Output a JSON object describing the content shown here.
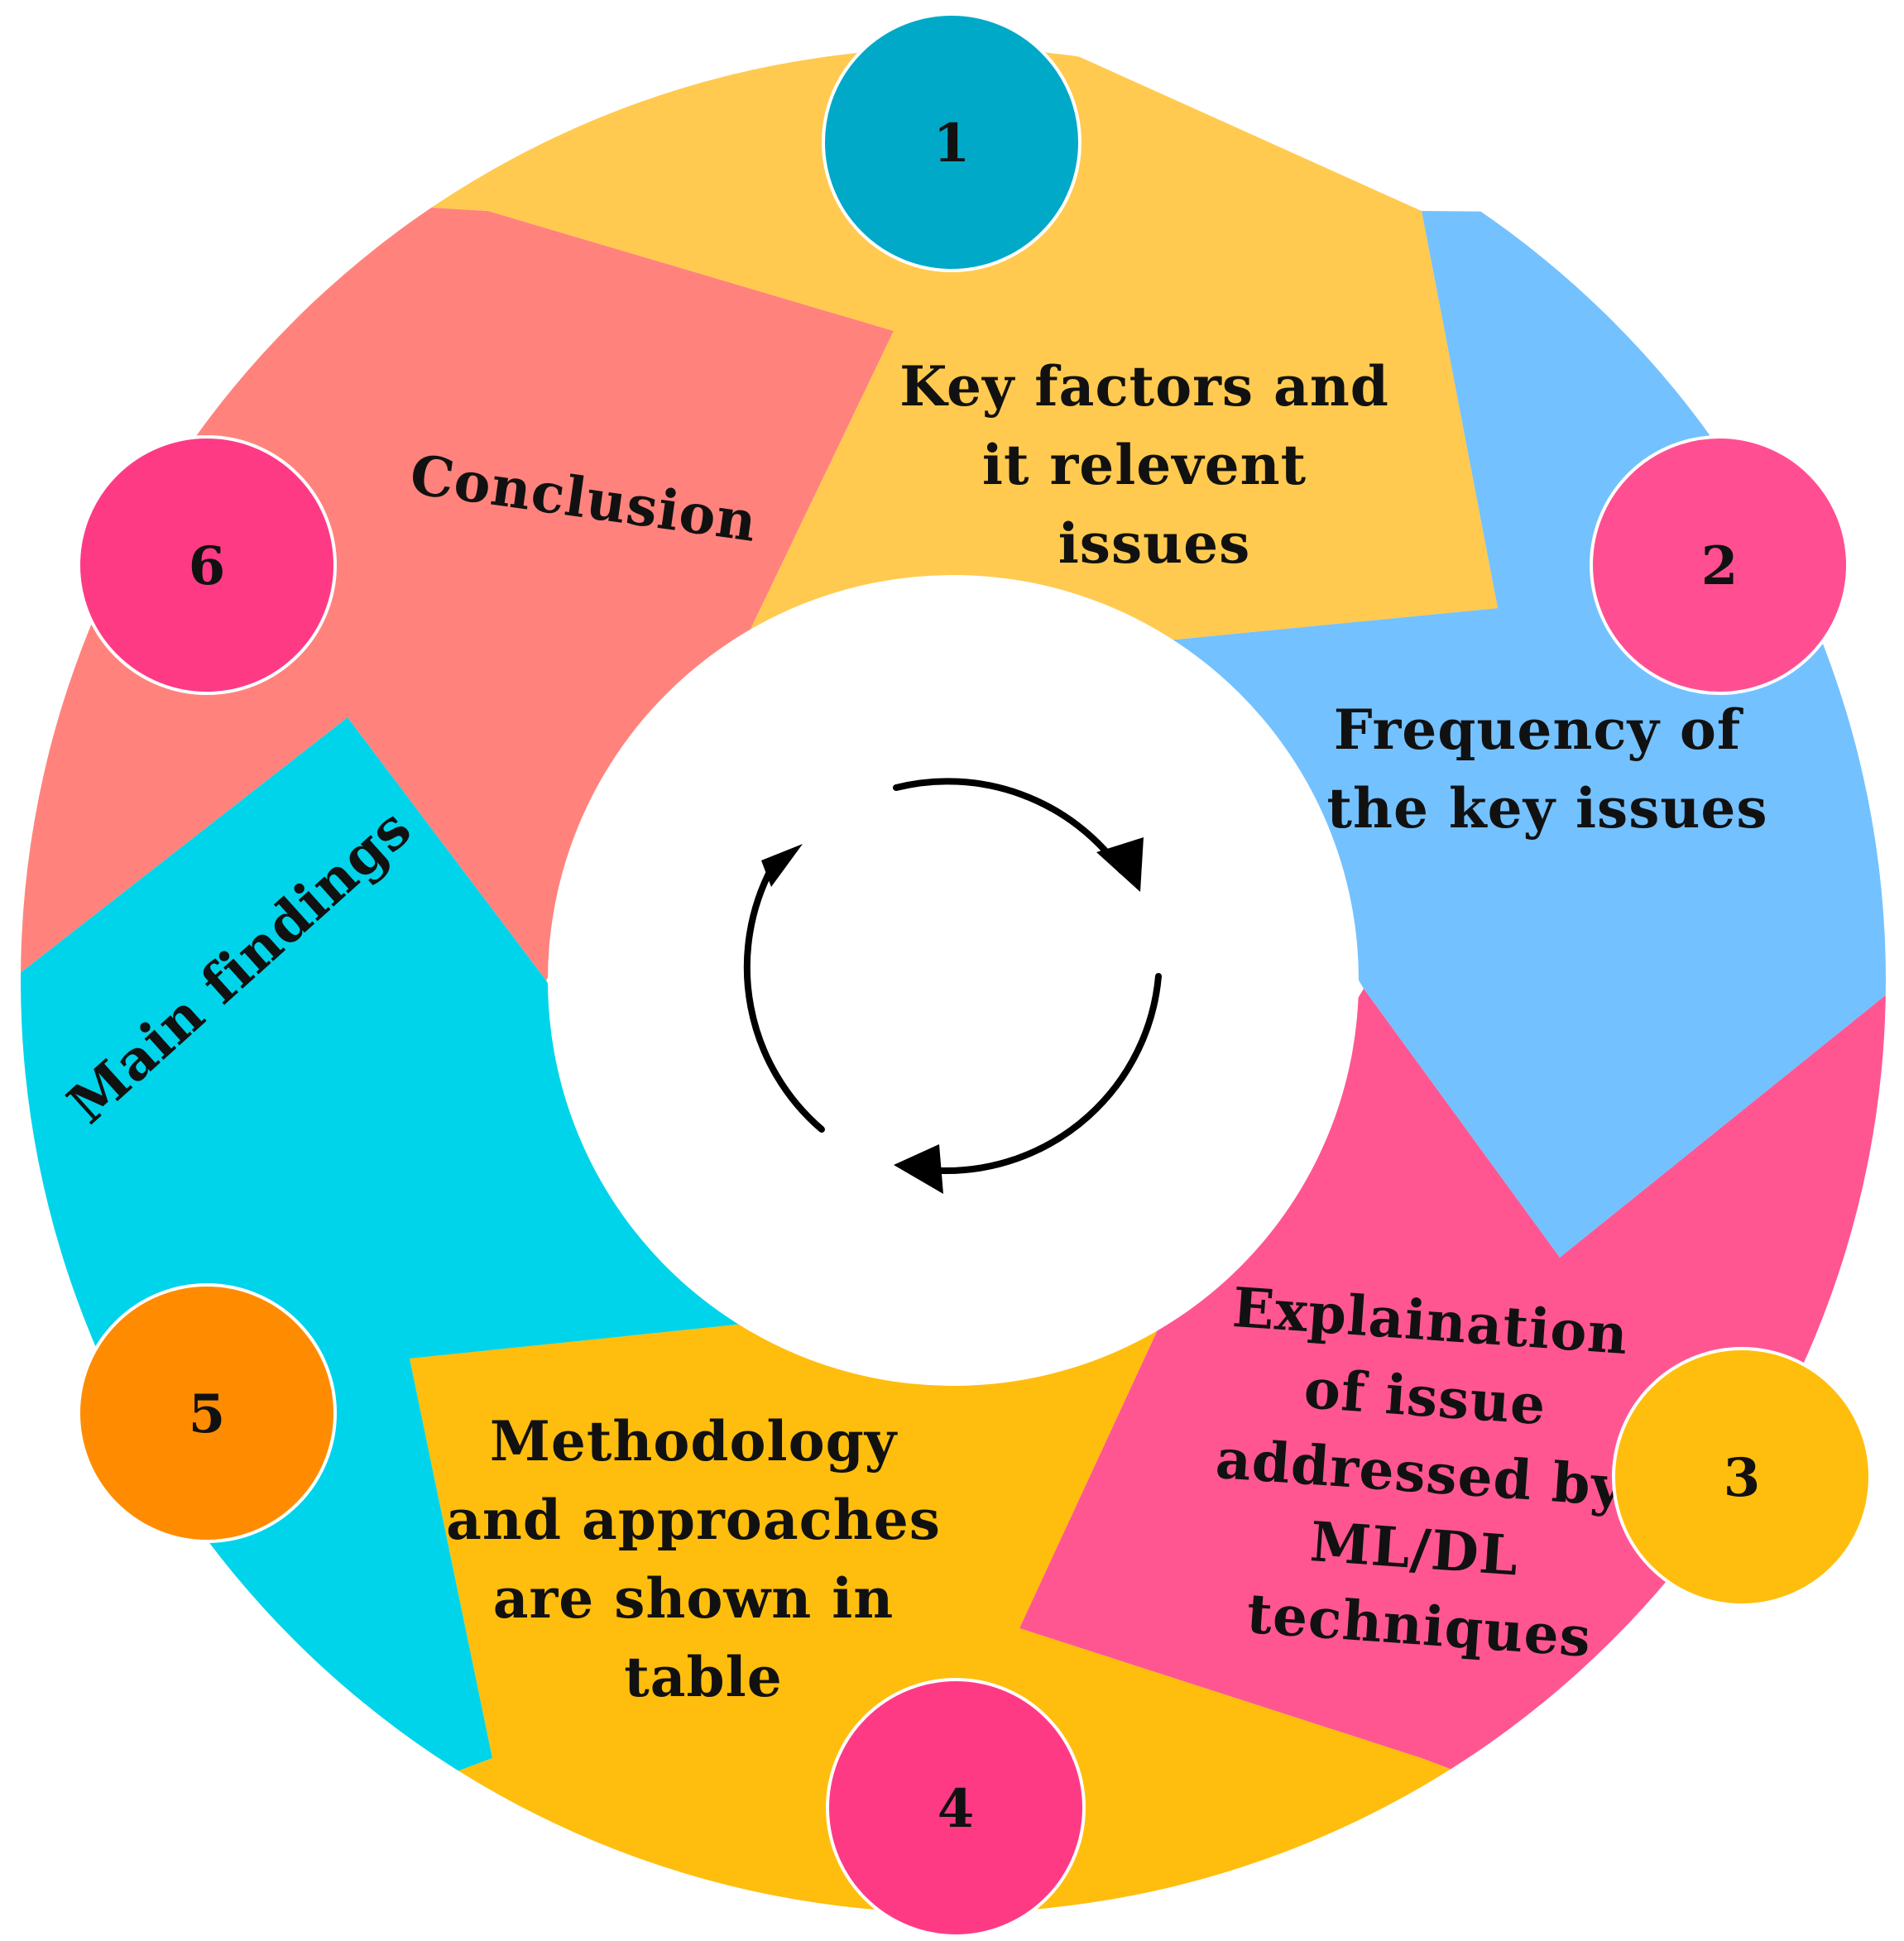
{
  "segments": [
    {
      "number": "1",
      "label_lines": [
        "Key factors  and",
        "it relevent",
        "issues"
      ],
      "color": "#FFCA4F",
      "badge_color": "#00A9C8"
    },
    {
      "number": "2",
      "label_lines": [
        "Frequency of",
        "the key issues"
      ],
      "color": "#74C1FF",
      "badge_color": "#FF4F92"
    },
    {
      "number": "3",
      "label_lines": [
        "Explaination",
        "of issue",
        "addressed by",
        "ML/DL",
        "techniques"
      ],
      "color": "#FF5691",
      "badge_color": "#FFBE0D"
    },
    {
      "number": "4",
      "label_lines": [
        "Methodology",
        "and approaches",
        "are shown in",
        "table"
      ],
      "color": "#FFBE0D",
      "badge_color": "#FF3A85"
    },
    {
      "number": "5",
      "label_lines": [
        "Main findings"
      ],
      "color": "#00D4EA",
      "badge_color": "#FF8C00"
    },
    {
      "number": "6",
      "label_lines": [
        "Conclusion"
      ],
      "color": "#FF837C",
      "badge_color": "#FF3A85"
    }
  ],
  "center": {
    "icon": "cycle-arrows-icon"
  }
}
